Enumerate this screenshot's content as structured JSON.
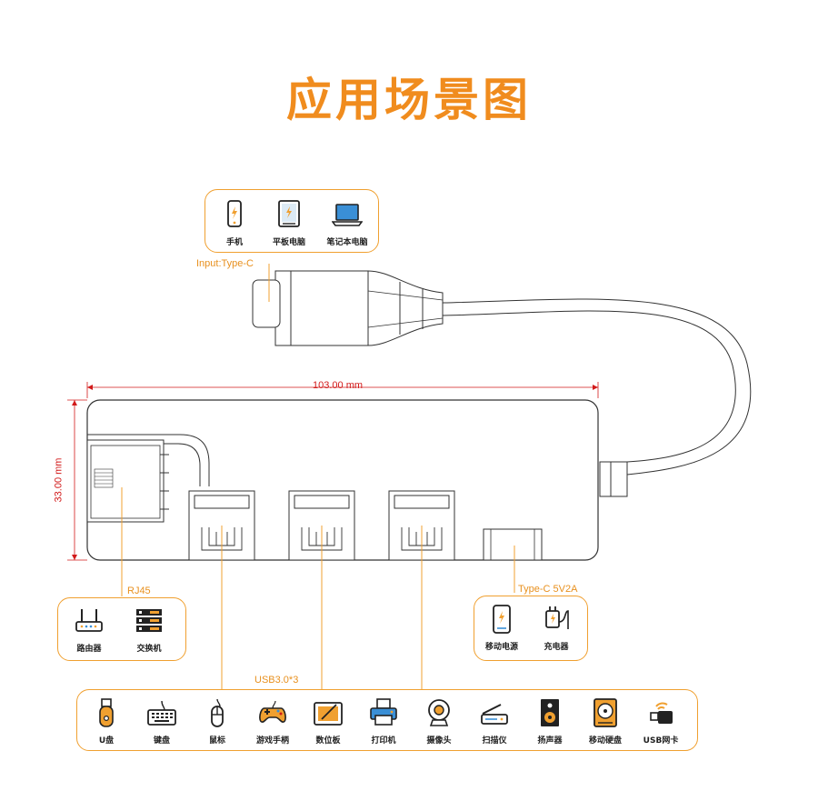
{
  "title": "应用场景图",
  "dimensions": {
    "width": "103.00 mm",
    "height": "33.00 mm"
  },
  "input": {
    "label": "Input:Type-C",
    "devices": [
      {
        "icon": "phone-icon",
        "label": "手机"
      },
      {
        "icon": "tablet-icon",
        "label": "平板电脑"
      },
      {
        "icon": "laptop-icon",
        "label": "笔记本电脑"
      }
    ]
  },
  "rj45": {
    "label": "RJ45",
    "devices": [
      {
        "icon": "router-icon",
        "label": "路由器"
      },
      {
        "icon": "switch-icon",
        "label": "交换机"
      }
    ]
  },
  "typec": {
    "label": "Type-C 5V2A",
    "devices": [
      {
        "icon": "power-bank-icon",
        "label": "移动电源"
      },
      {
        "icon": "charger-icon",
        "label": "充电器"
      }
    ]
  },
  "usb": {
    "label": "USB3.0*3",
    "devices": [
      {
        "icon": "usb-drive-icon",
        "label": "U盘"
      },
      {
        "icon": "keyboard-icon",
        "label": "键盘"
      },
      {
        "icon": "mouse-icon",
        "label": "鼠标"
      },
      {
        "icon": "gamepad-icon",
        "label": "游戏手柄"
      },
      {
        "icon": "drawing-tablet-icon",
        "label": "数位板"
      },
      {
        "icon": "printer-icon",
        "label": "打印机"
      },
      {
        "icon": "webcam-icon",
        "label": "摄像头"
      },
      {
        "icon": "scanner-icon",
        "label": "扫描仪"
      },
      {
        "icon": "speaker-icon",
        "label": "扬声器"
      },
      {
        "icon": "hard-drive-icon",
        "label": "移动硬盘"
      },
      {
        "icon": "usb-wifi-icon",
        "label": "USB网卡"
      }
    ]
  },
  "colors": {
    "accent": "#f08c1e",
    "dimension": "#d21a1a",
    "line": "#f0a030"
  }
}
